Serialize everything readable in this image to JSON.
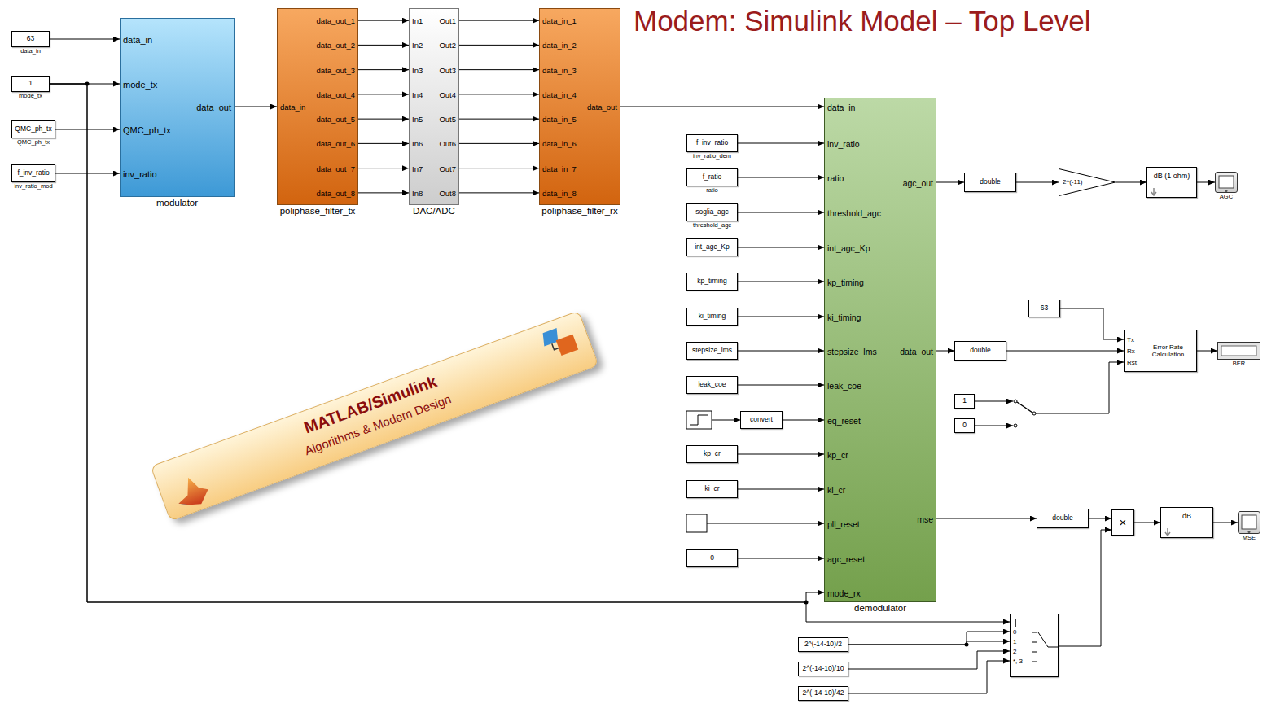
{
  "diagram": {
    "title": "Modem: Simulink Model – Top Level",
    "nodes": [
      {
        "text": [
          "63",
          "data_in"
        ]
      },
      {
        "text": [
          "1",
          "mode_tx"
        ]
      },
      {
        "text": [
          "QMC_ph_tx",
          "QMC_ph_tx"
        ]
      },
      {
        "text": [
          "f_inv_ratio",
          "inv_ratio_mod"
        ]
      },
      {
        "text": [
          "data_in",
          "mode_tx",
          "QMC_ph_tx",
          "inv_ratio",
          "data_out",
          "modulator"
        ]
      },
      {
        "text": [
          "data_in",
          "data_out_1",
          "data_out_2",
          "data_out_3",
          "data_out_4",
          "data_out_5",
          "data_out_6",
          "data_out_7",
          "data_out_8",
          "poliphase_filter_tx"
        ]
      },
      {
        "text": [
          "In1",
          "In2",
          "In3",
          "In4",
          "In5",
          "In6",
          "In7",
          "In8",
          "Out1",
          "Out2",
          "Out3",
          "Out4",
          "Out5",
          "Out6",
          "Out7",
          "Out8",
          "DAC/ADC"
        ]
      },
      {
        "text": [
          "data_in_1",
          "data_in_2",
          "data_in_3",
          "data_in_4",
          "data_in_5",
          "data_in_6",
          "data_in_7",
          "data_in_8",
          "data_out",
          "poliphase_filter_rx"
        ]
      },
      {
        "text": [
          "data_in",
          "inv_ratio",
          "ratio",
          "threshold_agc",
          "int_agc_Kp",
          "kp_timing",
          "ki_timing",
          "stepsize_lms",
          "leak_coe",
          "eq_reset",
          "kp_cr",
          "ki_cr",
          "pll_reset",
          "agc_reset",
          "mode_rx",
          "agc_out",
          "data_out",
          "mse",
          "demodulator"
        ]
      },
      {
        "text": [
          "f_inv_ratio",
          "inv_ratio_dem"
        ]
      },
      {
        "text": [
          "f_ratio",
          "ratio"
        ]
      },
      {
        "text": [
          "soglia_agc",
          "threshold_agc"
        ]
      },
      {
        "text": [
          "int_agc_Kp"
        ]
      },
      {
        "text": [
          "kp_timing"
        ]
      },
      {
        "text": [
          "ki_timing"
        ]
      },
      {
        "text": [
          "stepsize_lms"
        ]
      },
      {
        "text": [
          "leak_coe"
        ]
      },
      {
        "text": [
          "convert"
        ]
      },
      {
        "text": [
          "kp_cr"
        ]
      },
      {
        "text": [
          "ki_cr"
        ]
      },
      {
        "text": [
          "0"
        ]
      },
      {
        "text": [
          "double"
        ]
      },
      {
        "text": [
          "2^(-11)"
        ]
      },
      {
        "text": [
          "dB (1 ohm)"
        ]
      },
      {
        "text": [
          "AGC"
        ]
      },
      {
        "text": [
          "63"
        ]
      },
      {
        "text": [
          "double"
        ]
      },
      {
        "text": [
          "Tx",
          "Rx",
          "Rst",
          "Error Rate Calculation"
        ]
      },
      {
        "text": [
          "BER"
        ]
      },
      {
        "text": [
          "1"
        ]
      },
      {
        "text": [
          "0"
        ]
      },
      {
        "text": [
          "double"
        ]
      },
      {
        "text": [
          "×"
        ]
      },
      {
        "text": [
          "dB"
        ]
      },
      {
        "text": [
          "MSE"
        ]
      },
      {
        "text": [
          "0",
          "1",
          "2",
          "*, 3"
        ]
      },
      {
        "text": [
          "2^(-14-10)/2"
        ]
      },
      {
        "text": [
          "2^(-14-10)/10"
        ]
      },
      {
        "text": [
          "2^(-14-10)/42"
        ]
      },
      {
        "text": [
          "MATLAB/Simulink",
          "Algorithms & Modem Design"
        ]
      }
    ],
    "edges": [
      {
        "from": 0,
        "to": 4,
        "arrow": "to"
      },
      {
        "from": 1,
        "to": 4,
        "arrow": "to"
      },
      {
        "from": 2,
        "to": 4,
        "arrow": "to"
      },
      {
        "from": 3,
        "to": 4,
        "arrow": "to"
      },
      {
        "from": 4,
        "to": 5,
        "arrow": "to"
      },
      {
        "from": 5,
        "to": 6,
        "arrow": "to"
      },
      {
        "from": 5,
        "to": 6,
        "arrow": "to"
      },
      {
        "from": 5,
        "to": 6,
        "arrow": "to"
      },
      {
        "from": 5,
        "to": 6,
        "arrow": "to"
      },
      {
        "from": 5,
        "to": 6,
        "arrow": "to"
      },
      {
        "from": 5,
        "to": 6,
        "arrow": "to"
      },
      {
        "from": 5,
        "to": 6,
        "arrow": "to"
      },
      {
        "from": 5,
        "to": 6,
        "arrow": "to"
      },
      {
        "from": 6,
        "to": 7,
        "arrow": "to"
      },
      {
        "from": 6,
        "to": 7,
        "arrow": "to"
      },
      {
        "from": 6,
        "to": 7,
        "arrow": "to"
      },
      {
        "from": 6,
        "to": 7,
        "arrow": "to"
      },
      {
        "from": 6,
        "to": 7,
        "arrow": "to"
      },
      {
        "from": 6,
        "to": 7,
        "arrow": "to"
      },
      {
        "from": 6,
        "to": 7,
        "arrow": "to"
      },
      {
        "from": 6,
        "to": 7,
        "arrow": "to"
      },
      {
        "from": 7,
        "to": 8,
        "arrow": "to"
      },
      {
        "from": 9,
        "to": 8,
        "arrow": "to"
      },
      {
        "from": 10,
        "to": 8,
        "arrow": "to"
      },
      {
        "from": 11,
        "to": 8,
        "arrow": "to"
      },
      {
        "from": 12,
        "to": 8,
        "arrow": "to"
      },
      {
        "from": 13,
        "to": 8,
        "arrow": "to"
      },
      {
        "from": 14,
        "to": 8,
        "arrow": "to"
      },
      {
        "from": 15,
        "to": 8,
        "arrow": "to"
      },
      {
        "from": 16,
        "to": 8,
        "arrow": "to"
      },
      {
        "from": 17,
        "to": 8,
        "arrow": "to"
      },
      {
        "from": 18,
        "to": 8,
        "arrow": "to"
      },
      {
        "from": 19,
        "to": 8,
        "arrow": "to"
      },
      {
        "from": 20,
        "to": 8,
        "arrow": "to"
      },
      {
        "from": 1,
        "to": 8,
        "arrow": "to"
      },
      {
        "from": 1,
        "to": 35,
        "arrow": "to"
      },
      {
        "from": 8,
        "to": 21,
        "arrow": "to"
      },
      {
        "from": 21,
        "to": 22,
        "arrow": "to"
      },
      {
        "from": 22,
        "to": 23,
        "arrow": "to"
      },
      {
        "from": 23,
        "to": 24,
        "arrow": "to"
      },
      {
        "from": 25,
        "to": 27,
        "arrow": "to"
      },
      {
        "from": 8,
        "to": 26,
        "arrow": "to"
      },
      {
        "from": 26,
        "to": 27,
        "arrow": "to"
      },
      {
        "from": 27,
        "to": 28,
        "arrow": "to"
      },
      {
        "from": 8,
        "to": 31,
        "arrow": "to"
      },
      {
        "from": 31,
        "to": 32,
        "arrow": "to"
      },
      {
        "from": 35,
        "to": 32,
        "arrow": "to"
      },
      {
        "from": 32,
        "to": 33,
        "arrow": "to"
      },
      {
        "from": 33,
        "to": 34,
        "arrow": "to"
      },
      {
        "from": 36,
        "to": 35,
        "arrow": "to"
      },
      {
        "from": 36,
        "to": 35,
        "arrow": "to"
      },
      {
        "from": 37,
        "to": 35,
        "arrow": "to"
      },
      {
        "from": 38,
        "to": 35,
        "arrow": "to"
      }
    ]
  }
}
